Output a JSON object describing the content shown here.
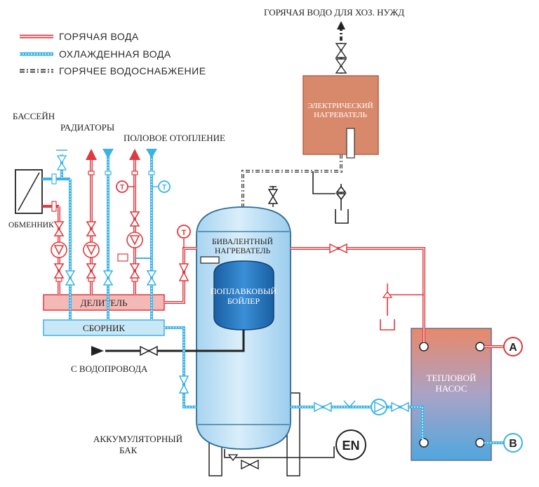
{
  "legend": {
    "hot_water": "ГОРЯЧАЯ ВОДА",
    "cooled_water": "ОХЛАЖДЕННАЯ ВОДА",
    "hot_supply": "ГОРЯЧЕЕ ВОДОСНАБЖЕНИЕ"
  },
  "labels": {
    "hot_water_household": "ГОРЯЧАЯ ВОДО ДЛЯ ХОЗ. НУЖД",
    "pool": "БАССЕЙН",
    "radiators": "РАДИАТОРЫ",
    "floor_heating": "ПОЛОВОЕ ОТОПЛЕНИЕ",
    "exchanger": "ОБМЕННИК",
    "distributor": "ДЕЛИТЕЛЬ",
    "collector": "СБОРНИК",
    "from_water_supply": "С ВОДОПРОВОДА",
    "storage_tank_1": "АККУМУЛЯТОРНЫЙ",
    "storage_tank_2": "БАК",
    "bivalent_1": "БИВАЛЕНТНЫЙ",
    "bivalent_2": "НАГРЕВАТЕЛЬ",
    "float_boiler_1": "ПОПЛАВКОВЫЙ",
    "float_boiler_2": "БОЙЛЕР",
    "electric_heater_1": "ЭЛЕКТРИЧЕСКИЙ",
    "electric_heater_2": "НАГРЕВАТЕЛЬ",
    "heat_pump_1": "ТЕПЛОВОЙ",
    "heat_pump_2": "НАСОС",
    "port_a": "A",
    "port_b": "B",
    "expansion": "EN",
    "thermometer": "T"
  },
  "colors": {
    "hot": "#e0393e",
    "cold": "#3bb3e4",
    "tank": "#bfe0f5",
    "boiler": "#1f6fb8",
    "heater": "#d9896b",
    "distributor_fill": "#f3b9b6",
    "collector_fill": "#c9e8f7"
  }
}
